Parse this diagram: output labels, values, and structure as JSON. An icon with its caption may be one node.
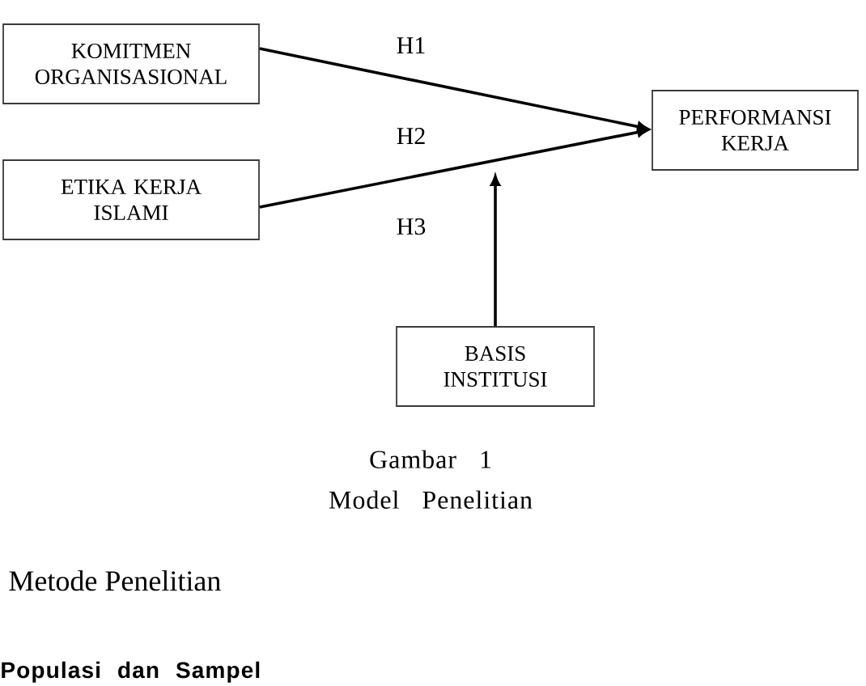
{
  "diagram": {
    "caption": "Gambar 1 Model Penelitian",
    "nodes": [
      {
        "text": [
          "KOMITMEN ORGANISASIONAL"
        ]
      },
      {
        "text": [
          "PERFORMANSI KERJA"
        ]
      },
      {
        "text": [
          "ETIKA KERJA ISLAMI"
        ]
      },
      {
        "text": [
          "BASIS INSTITUSI"
        ]
      }
    ],
    "edges": [
      {
        "from": 0,
        "to": 1,
        "arrow": "to",
        "label": "H1"
      },
      {
        "from": 2,
        "to": 1,
        "arrow": "to",
        "label": "H2"
      },
      {
        "from": 3,
        "to": null,
        "arrow": "to",
        "label": "H3"
      }
    ],
    "labels": [
      "Metode Penelitian",
      "Populasi dan Sampel"
    ]
  }
}
